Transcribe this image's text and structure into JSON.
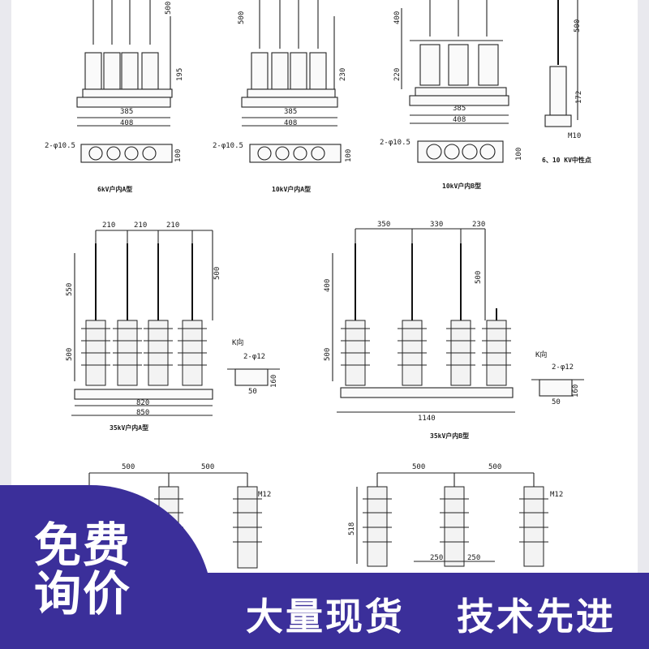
{
  "drawing": {
    "row1": [
      {
        "caption": "6kV户内A型",
        "w_inner": "385",
        "w_outer": "408",
        "h_top": "500",
        "h_side": "195",
        "hole": "2-φ10.5",
        "plan_h": "100"
      },
      {
        "caption": "10kV户内A型",
        "w_inner": "385",
        "w_outer": "408",
        "h_top": "500",
        "h_side": "230",
        "hole": "2-φ10.5",
        "plan_h": "100"
      },
      {
        "caption": "10kV户内B型",
        "w_inner": "385",
        "w_outer": "408",
        "h_top": "400",
        "h_side": "220",
        "hole": "2-φ10.5",
        "plan_h": "100"
      },
      {
        "caption": "6、10 KV中性点",
        "h_top": "500",
        "h_side": "172",
        "bolt": "M10"
      }
    ],
    "row2": [
      {
        "caption": "35kV户内A型",
        "spacings": [
          "210",
          "210",
          "210"
        ],
        "h_top": "550",
        "h_bottom": "500",
        "h_right": "500",
        "w_inner": "820",
        "w_outer": "850",
        "detail_title": "K向",
        "detail_hole": "2-φ12",
        "detail_w": "50",
        "detail_h": "160"
      },
      {
        "caption": "35kV户内B型",
        "spacings": [
          "350",
          "330",
          "230"
        ],
        "h_top": "400",
        "h_bottom": "500",
        "h_right": "500",
        "w_outer": "1140",
        "detail_title": "K向",
        "detail_hole": "2-φ12",
        "detail_w": "50",
        "detail_h": "160"
      }
    ],
    "row3": [
      {
        "spacings": [
          "500",
          "500"
        ],
        "bolt": "M12"
      },
      {
        "spacings": [
          "500",
          "500"
        ],
        "bolt": "M12",
        "h_left": "518",
        "base": [
          "250",
          "250"
        ]
      }
    ]
  },
  "banner": {
    "free_quote_line1": "免费",
    "free_quote_line2": "询价",
    "slogan_left": "大量现货",
    "slogan_right": "技术先进"
  },
  "colors": {
    "banner_bg": "#3b2f9a",
    "banner_text": "#ffffff"
  }
}
